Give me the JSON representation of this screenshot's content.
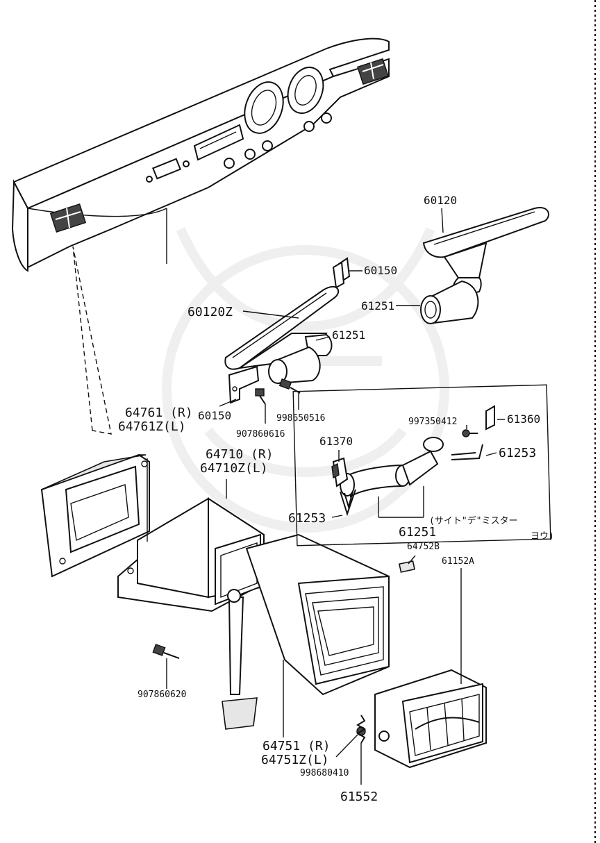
{
  "diagram": {
    "labels": {
      "p60120": "60120",
      "p60150_top": "60150",
      "p60120z": "60120Z",
      "p61251_right": "61251",
      "p61251_center": "61251",
      "p60150_left": "60150",
      "p907860616": "907860616",
      "p998650516": "998650516",
      "p64761r": "64761 (R)",
      "p64761zl": "64761Z(L)",
      "p64710r": "64710 (R)",
      "p64710zl": "64710Z(L)",
      "p997350412": "997350412",
      "p61360": "61360",
      "p61370": "61370",
      "p61253_right": "61253",
      "p61253_left": "61253",
      "p61251_bottom": "61251",
      "note_line1": "(サイト\"デ\"ミスター",
      "note_line2": "ヨウ)",
      "p64752b": "64752B",
      "p61152a": "61152A",
      "p907860620": "907860620",
      "p64751r": "64751 (R)",
      "p64751zl": "64751Z(L)",
      "p998680410": "998680410",
      "p61552": "61552"
    }
  }
}
